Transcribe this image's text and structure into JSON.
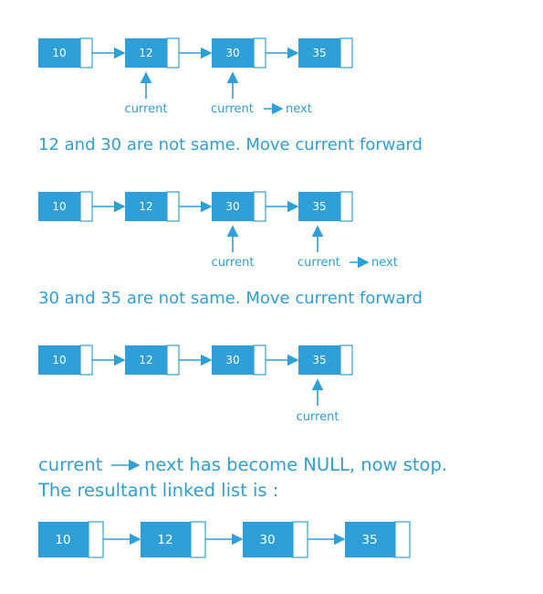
{
  "colors": {
    "accent": "#2e9fd9",
    "background": "#ffffff"
  },
  "step1": {
    "nodes": [
      "10",
      "12",
      "30",
      "35"
    ],
    "current_label": "current",
    "next_label_left": "current",
    "next_label_right": "next",
    "caption": "12 and 30 are not same. Move current forward"
  },
  "step2": {
    "nodes": [
      "10",
      "12",
      "30",
      "35"
    ],
    "current_label": "current",
    "next_label_left": "current",
    "next_label_right": "next",
    "caption": "30 and 35 are not same. Move current forward"
  },
  "step3": {
    "nodes": [
      "10",
      "12",
      "30",
      "35"
    ],
    "current_label": "current",
    "final_line1_left": "current",
    "final_line1_right": "next  has become  NULL,  now stop.",
    "final_line2": "The resultant linked list is :"
  },
  "result": {
    "nodes": [
      "10",
      "12",
      "30",
      "35"
    ]
  }
}
